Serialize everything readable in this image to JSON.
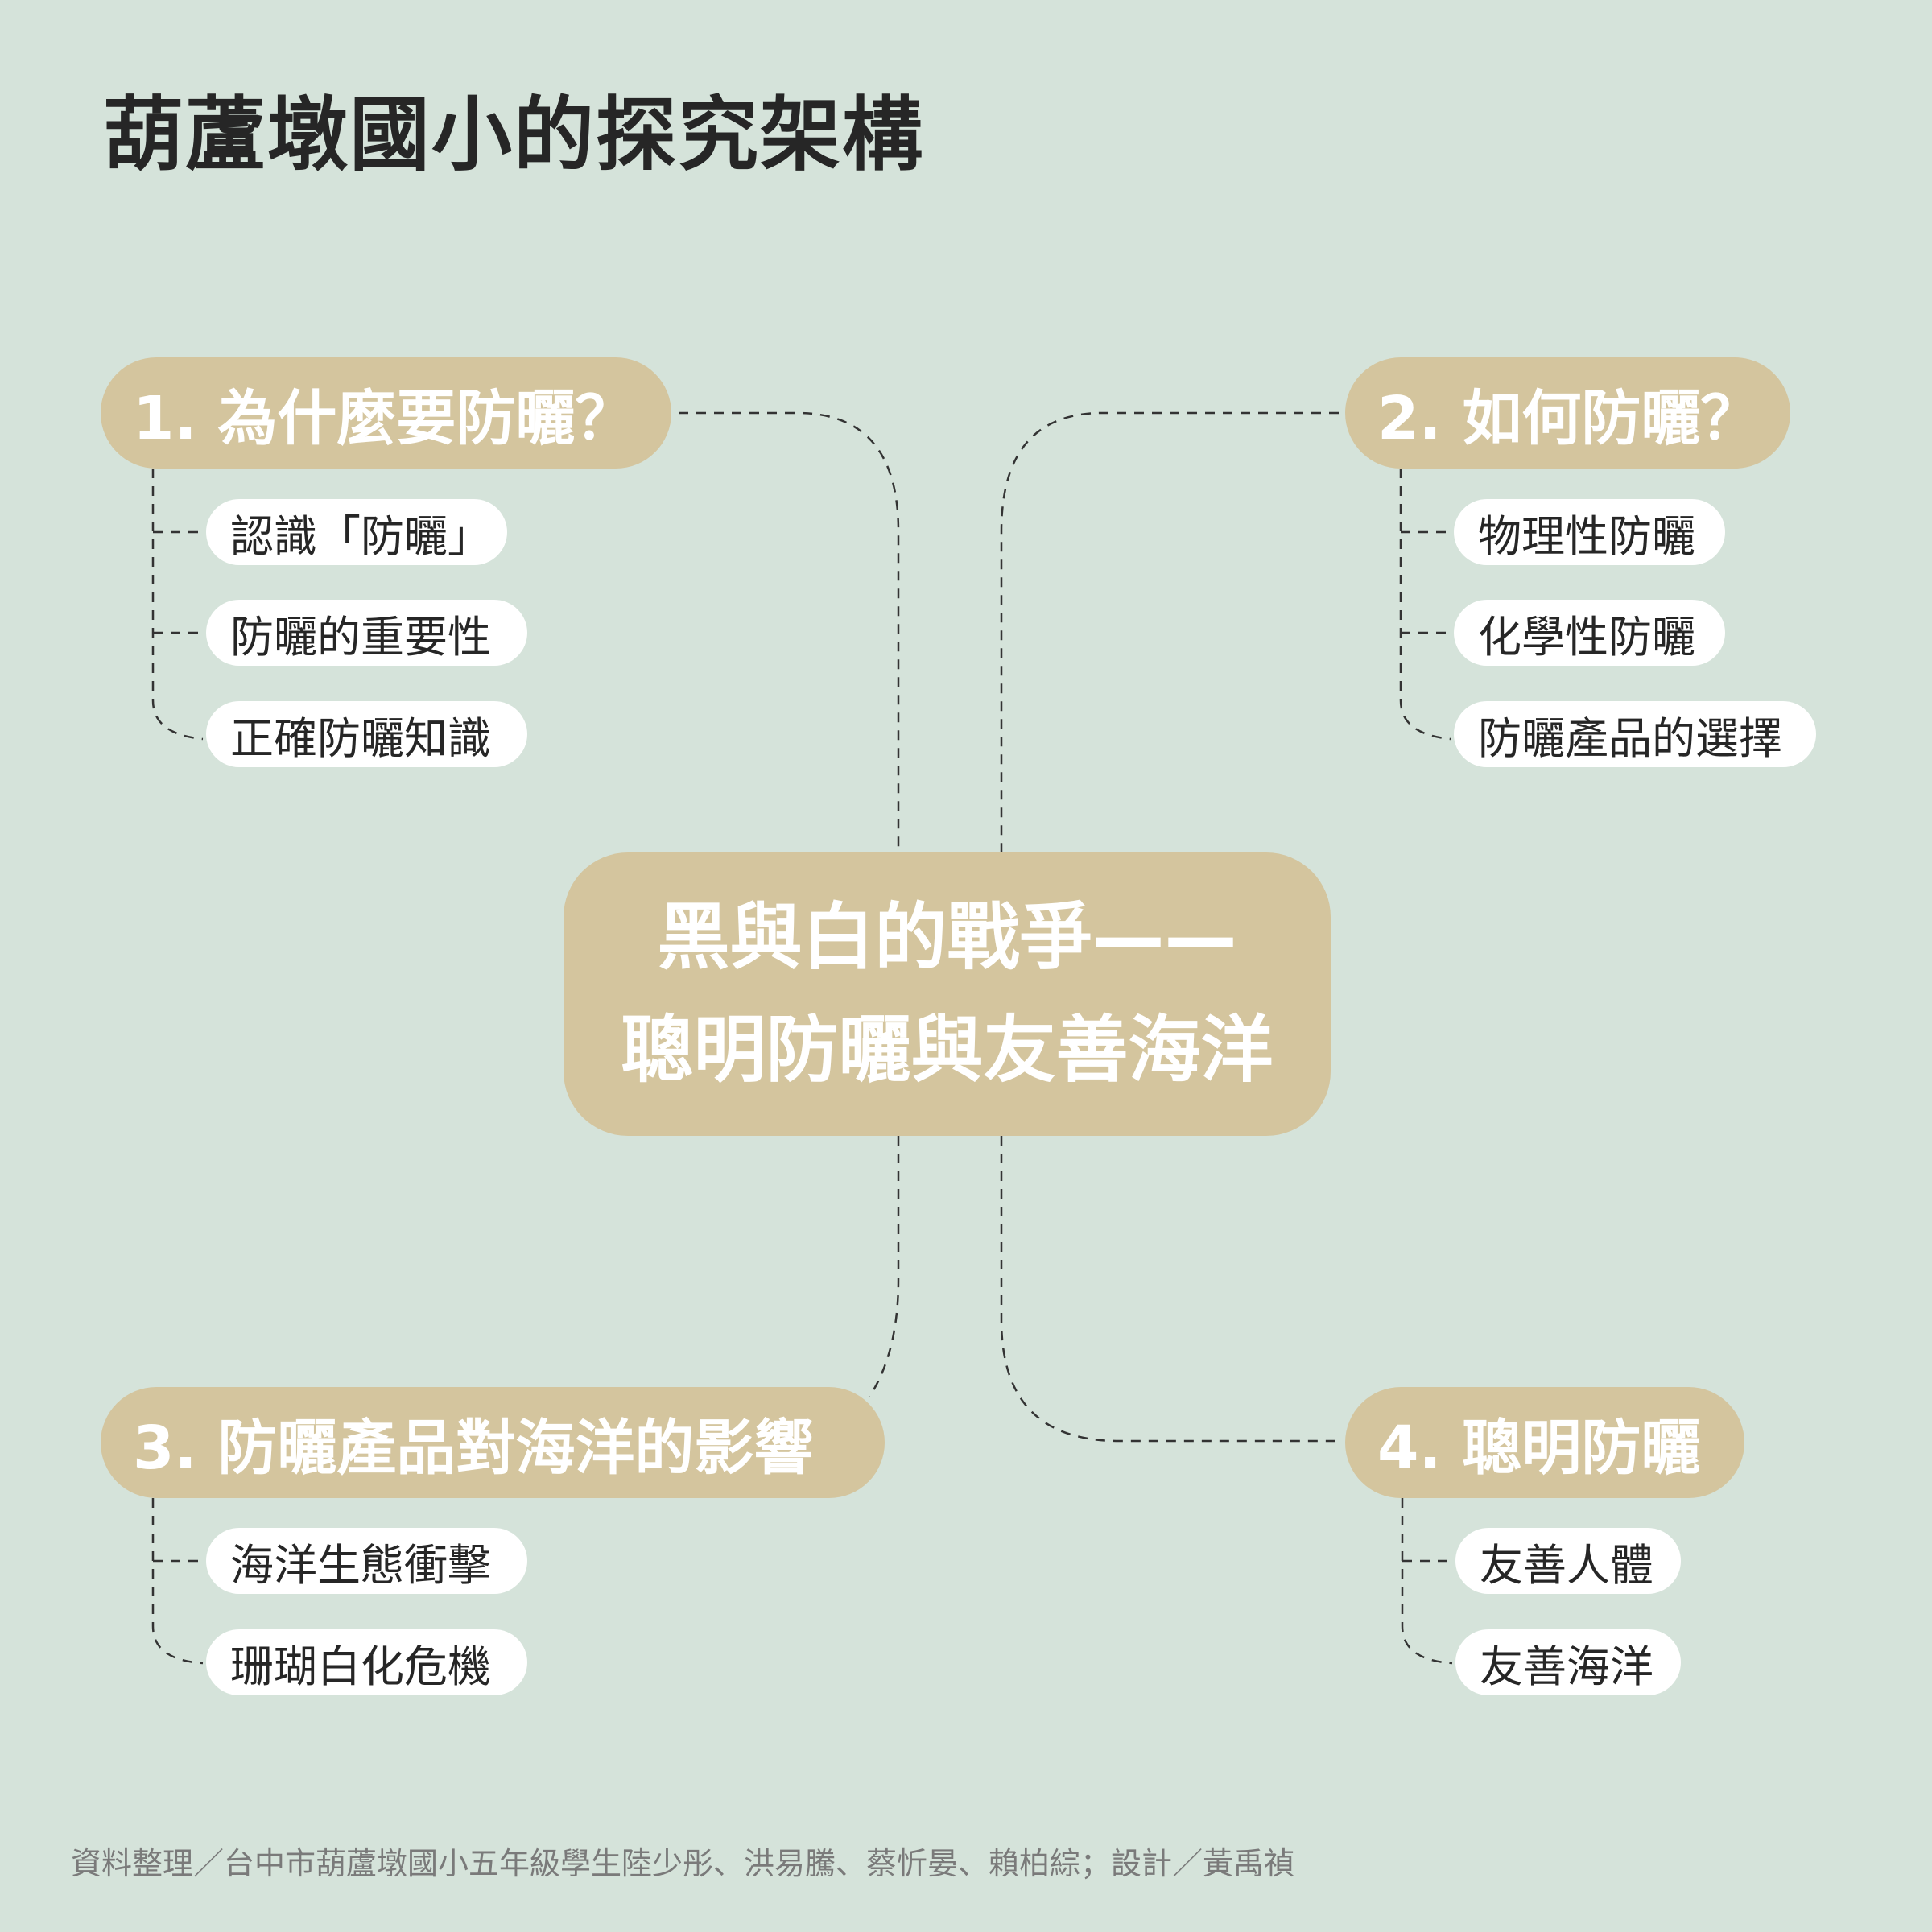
{
  "title": "葫蘆墩國小的探究架構",
  "center": {
    "line1": "黑與白的戰爭——",
    "line2": "聰明防曬與友善海洋"
  },
  "branches": [
    {
      "label": "1. 為什麼要防曬？",
      "items": [
        "認識「防曬」",
        "防曬的重要性",
        "正確防曬知識"
      ]
    },
    {
      "label": "2. 如何防曬？",
      "items": [
        "物理性防曬",
        "化學性防曬",
        "防曬產品的選擇"
      ]
    },
    {
      "label": "3. 防曬產品對海洋的影響",
      "items": [
        "海洋生態衝擊",
        "珊瑚白化危機"
      ]
    },
    {
      "label": "4. 聰明防曬",
      "items": [
        "友善人體",
        "友善海洋"
      ]
    }
  ],
  "footer": "資料整理／台中市葫蘆墩國小五年級學生陸少彤、洪易騰、蔡忻晏、賴柏綜；設計／黃禹禎",
  "colors": {
    "background": "#d5e3da",
    "node": "#d4c59e",
    "text": "#262626"
  }
}
